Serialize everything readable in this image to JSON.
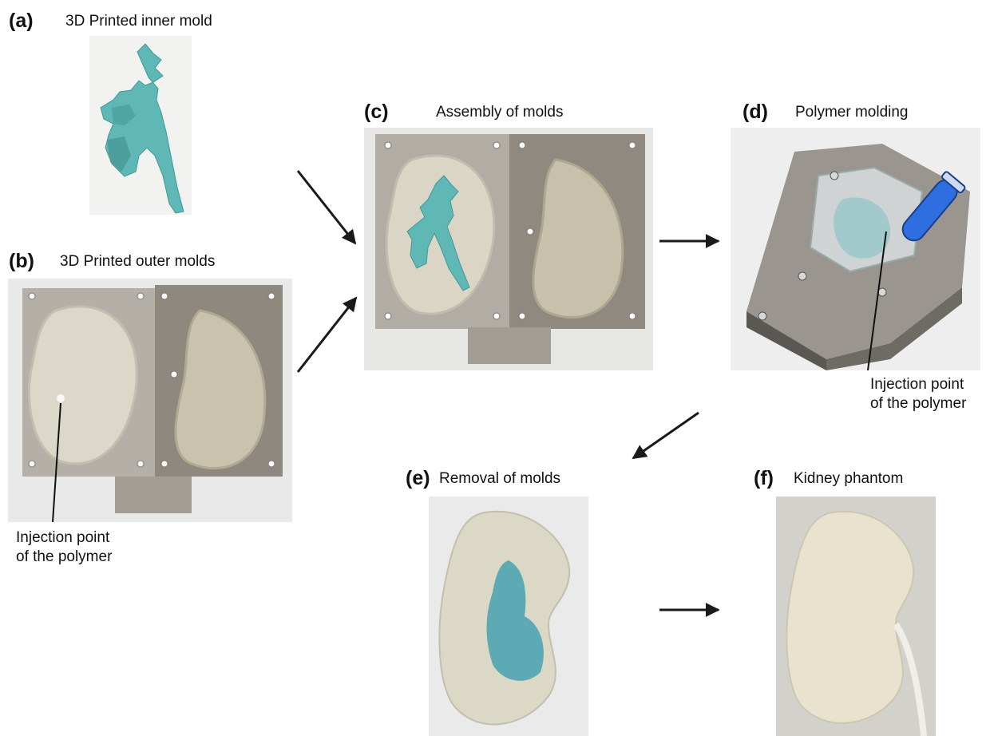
{
  "panels": {
    "a": {
      "letter": "(a)",
      "caption": "3D Printed inner mold"
    },
    "b": {
      "letter": "(b)",
      "caption": "3D Printed outer molds",
      "note_line1": "Injection point",
      "note_line2": "of the polymer"
    },
    "c": {
      "letter": "(c)",
      "caption": "Assembly of molds"
    },
    "d": {
      "letter": "(d)",
      "caption": "Polymer molding",
      "note_line1": "Injection point",
      "note_line2": "of the polymer"
    },
    "e": {
      "letter": "(e)",
      "caption": "Removal of molds"
    },
    "f": {
      "letter": "(f)",
      "caption": "Kidney phantom"
    }
  },
  "colors": {
    "teal": "#5fb8b6",
    "mold_gray": "#a5a199",
    "silicone": "#dcd8c6",
    "phantom": "#e8e2cf",
    "arrow": "#1a1a1a"
  }
}
